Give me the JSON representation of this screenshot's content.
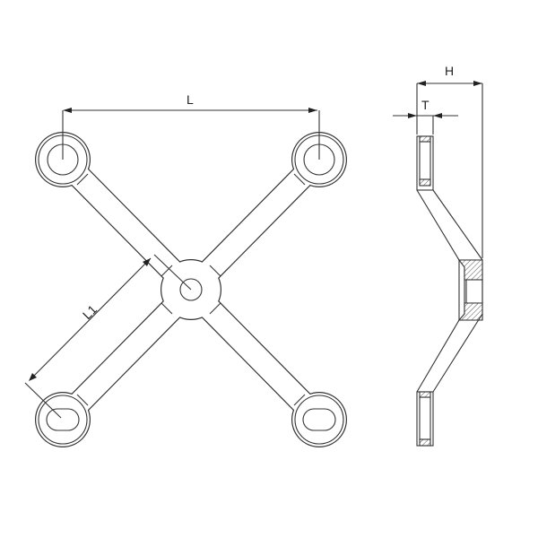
{
  "drawing": {
    "front_view": {
      "dimension_L": "L",
      "dimension_L1": "L1"
    },
    "side_view": {
      "dimension_H": "H",
      "dimension_T": "T"
    },
    "colors": {
      "line": "#333333",
      "background": "#ffffff"
    }
  }
}
